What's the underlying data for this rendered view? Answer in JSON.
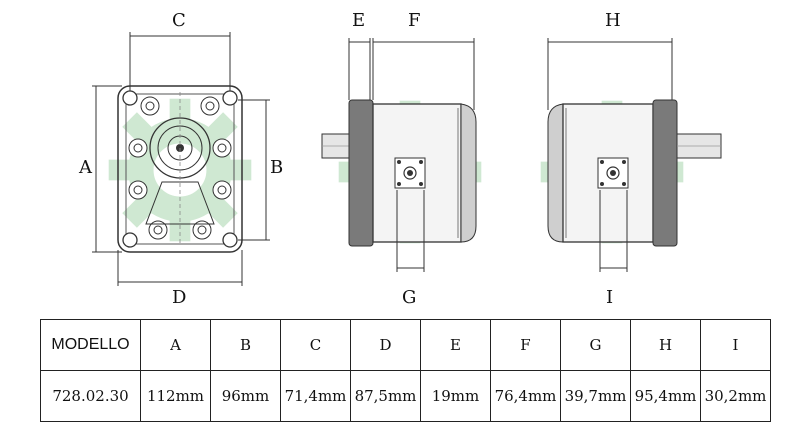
{
  "views": {
    "front": {
      "dim_top": "C",
      "dim_left": "A",
      "dim_right": "B",
      "dim_bottom": "D"
    },
    "side_left": {
      "dim_top_small": "E",
      "dim_top": "F",
      "dim_bottom": "G"
    },
    "side_right": {
      "dim_top": "H",
      "dim_bottom": "I"
    }
  },
  "colors": {
    "line": "#333333",
    "body": "#c8c8c8",
    "watermark": "#cfe8d2",
    "flange": "#6e6e6e"
  },
  "table": {
    "headers": [
      "MODELLO",
      "A",
      "B",
      "C",
      "D",
      "E",
      "F",
      "G",
      "H",
      "I"
    ],
    "row": [
      "728.02.30",
      "112mm",
      "96mm",
      "71,4mm",
      "87,5mm",
      "19mm",
      "76,4mm",
      "39,7mm",
      "95,4mm",
      "30,2mm"
    ]
  }
}
